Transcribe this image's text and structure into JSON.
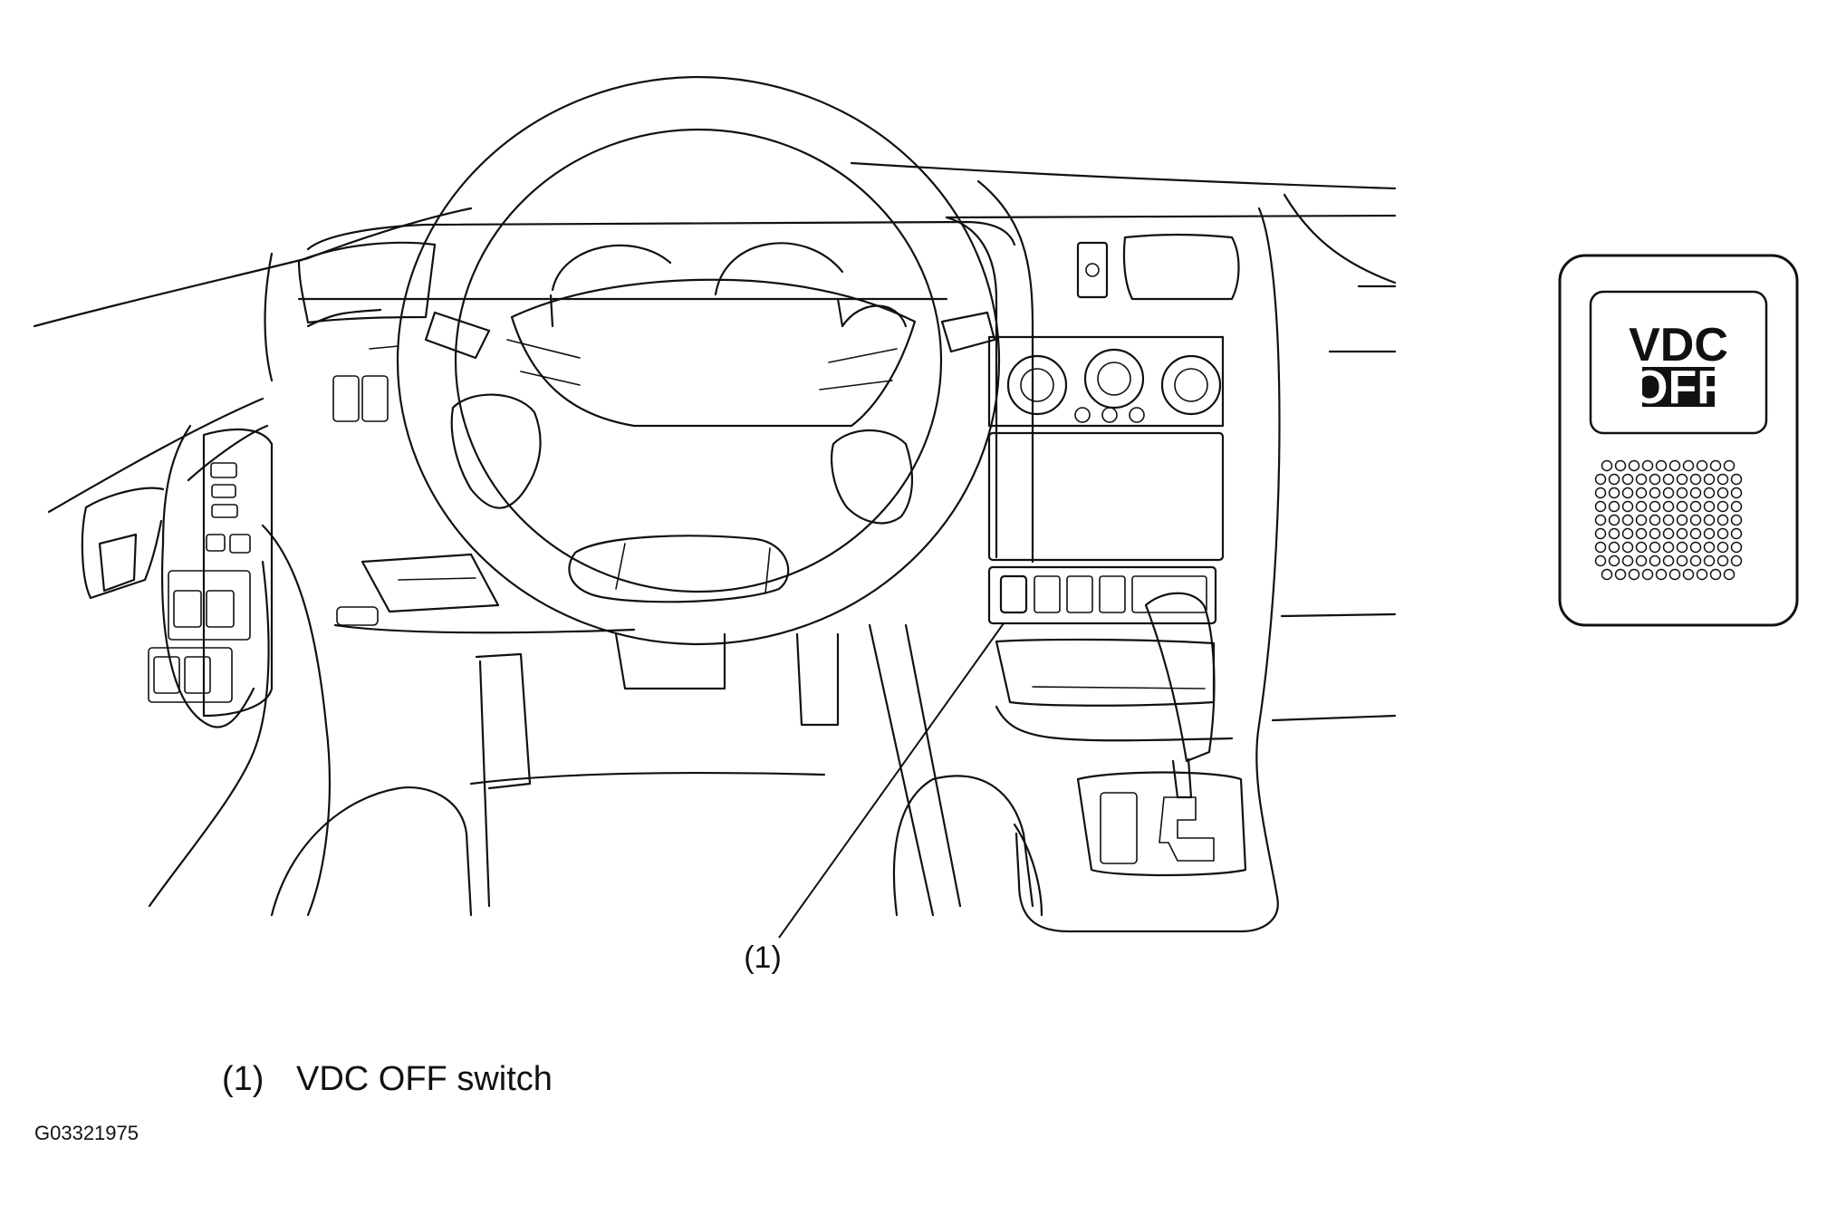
{
  "callout": {
    "label": "(1)"
  },
  "legend": [
    {
      "number": "(1)",
      "text": "VDC OFF switch"
    }
  ],
  "switch_detail": {
    "line1": "VDC",
    "line2": "OFF"
  },
  "figure_id": "G03321975"
}
